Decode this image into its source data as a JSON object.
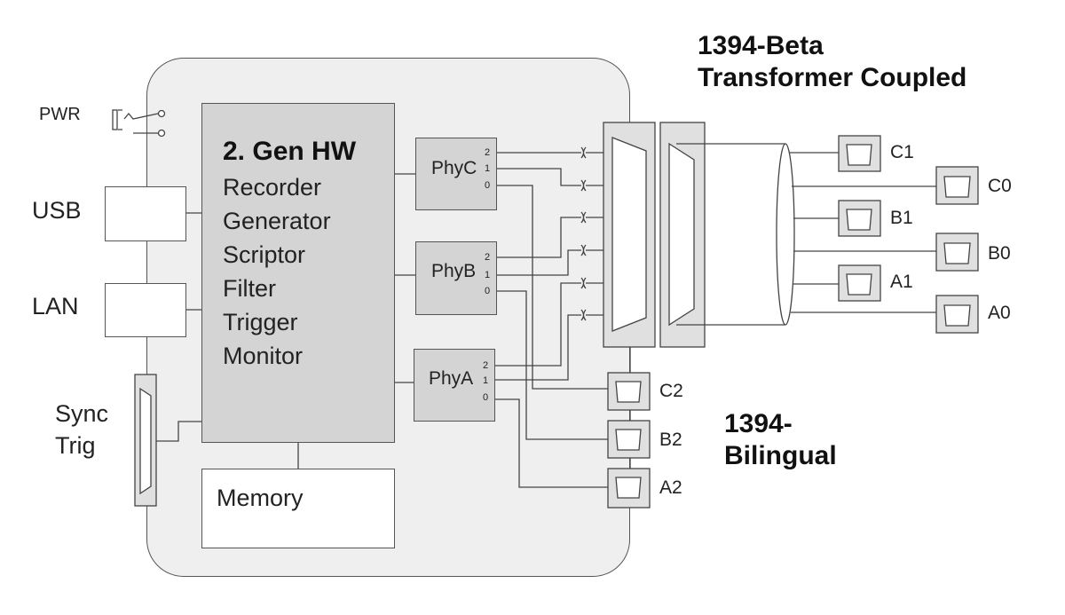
{
  "power_label": "PWR",
  "interfaces": {
    "usb": "USB",
    "lan": "LAN",
    "sync": "Sync",
    "trig": "Trig"
  },
  "hw": {
    "title": "2. Gen HW",
    "items": [
      "Recorder",
      "Generator",
      "Scriptor",
      "Filter",
      "Trigger",
      "Monitor"
    ]
  },
  "memory_label": "Memory",
  "phys": [
    {
      "name": "PhyC",
      "pins": [
        "2",
        "1",
        "0"
      ]
    },
    {
      "name": "PhyB",
      "pins": [
        "2",
        "1",
        "0"
      ]
    },
    {
      "name": "PhyA",
      "pins": [
        "2",
        "1",
        "0"
      ]
    }
  ],
  "beta_heading": [
    "1394-Beta",
    "Transformer Coupled"
  ],
  "bilingual_heading": [
    "1394-",
    "Bilingual"
  ],
  "beta_ports": [
    "C1",
    "C0",
    "B1",
    "B0",
    "A1",
    "A0"
  ],
  "bilingual_ports": [
    "C2",
    "B2",
    "A2"
  ]
}
